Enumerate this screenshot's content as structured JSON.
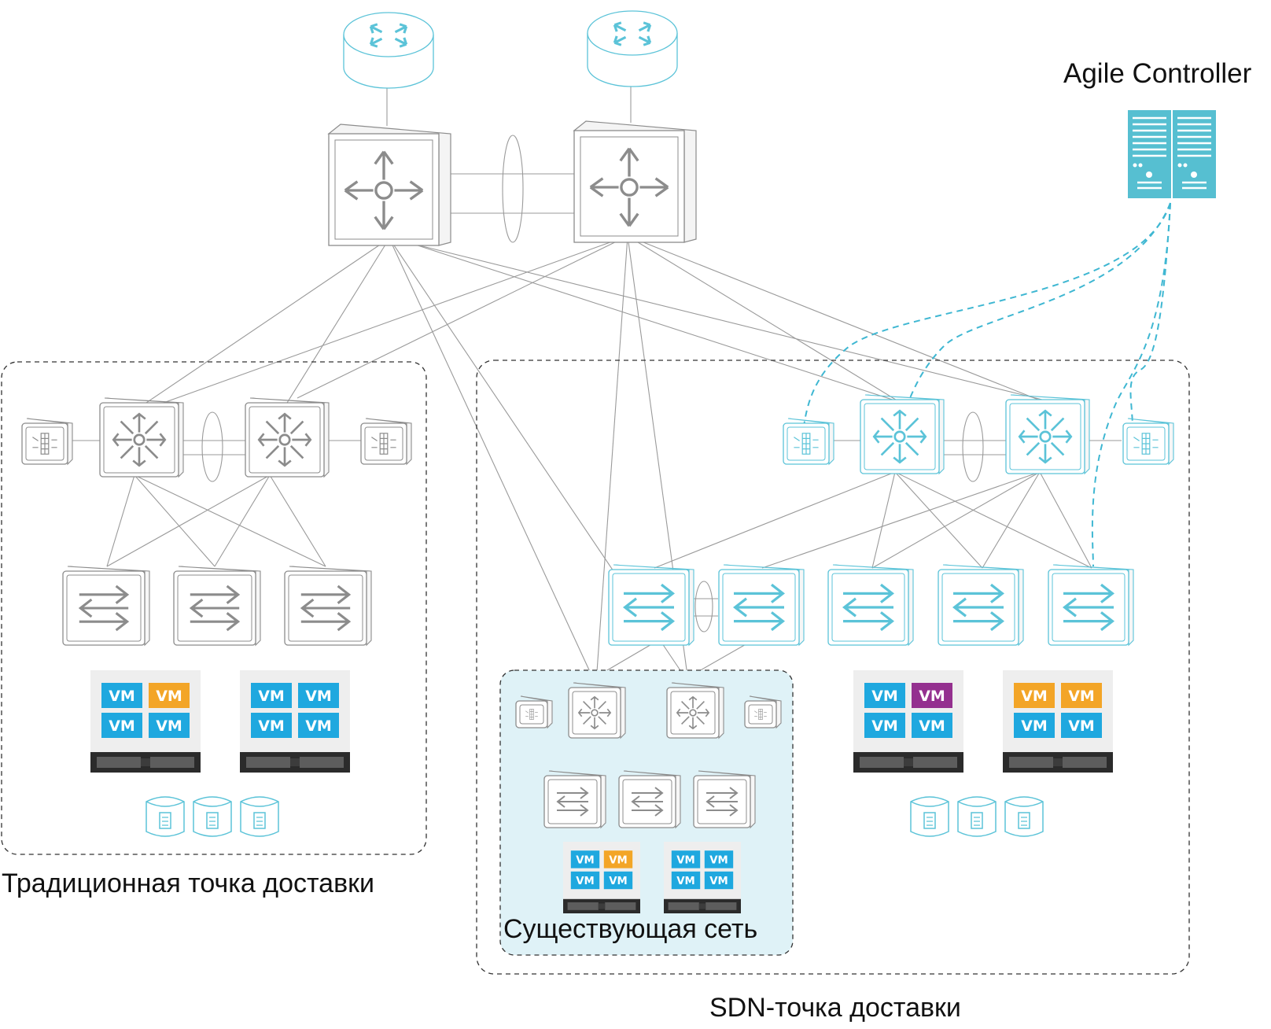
{
  "labels": {
    "agile_controller": "Agile Controller",
    "traditional_pod": "Традиционная точка доставки",
    "existing_network": "Существующая сеть",
    "sdn_pod": "SDN-точка доставки"
  },
  "vm_label": "VM",
  "colors": {
    "gray_line": "#9a9a9a",
    "device_gray": "#8c8c8c",
    "device_teal": "#5bc3d8",
    "controller_teal": "#56bfd1",
    "vm_blue": "#1fa8df",
    "vm_orange": "#f3a527",
    "vm_purple": "#94308f",
    "existing_bg": "#dff2f7",
    "server_tray": "#eeeeee"
  },
  "vm_groups": [
    {
      "colors": [
        "blue",
        "orange",
        "blue",
        "blue"
      ]
    },
    {
      "colors": [
        "blue",
        "blue",
        "blue",
        "blue"
      ]
    },
    {
      "colors": [
        "blue",
        "purple",
        "blue",
        "blue"
      ]
    },
    {
      "colors": [
        "orange",
        "orange",
        "blue",
        "blue"
      ]
    },
    {
      "colors": [
        "blue",
        "orange",
        "blue",
        "blue"
      ]
    },
    {
      "colors": [
        "blue",
        "blue",
        "blue",
        "blue"
      ]
    }
  ]
}
